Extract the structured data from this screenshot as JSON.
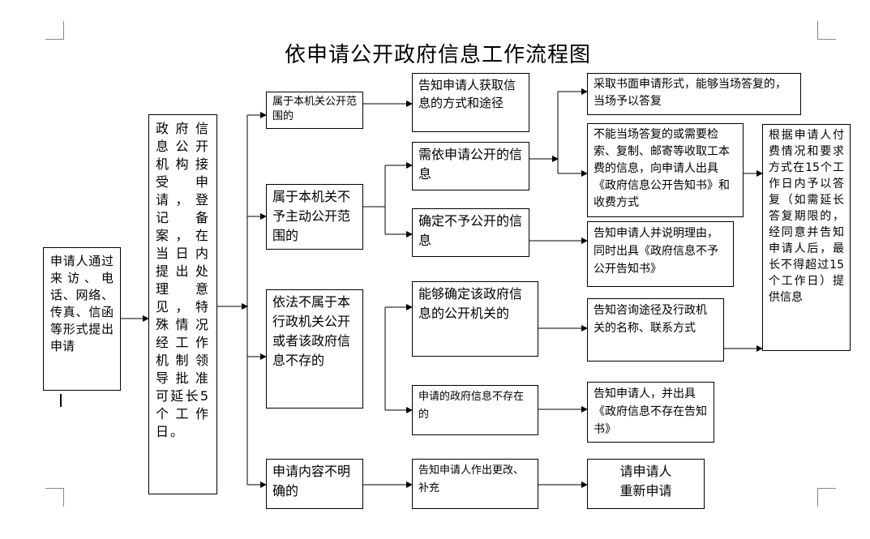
{
  "title": "依申请公开政府信息工作流程图",
  "boxes": {
    "applicant": "申请人通过来访、电话、网络、传真、信函等形式提出申请",
    "registration": "政府信息公开机构接受申请，登记备案，在当日内提出处理意见，特殊情况经工作机制领导批准可延长5个工作日。",
    "cat_public": "属于本机关公开范围的",
    "cat_nonactive": "属于本机关不予主动公开范围的",
    "cat_notours": "依法不属于本行政机关公开或者该政府信息不存的",
    "cat_unclear": "申请内容不明确的",
    "inform_method": "告知申请人获取信息的方式和途径",
    "need_apply": "需依申请公开的信息",
    "deny_public": "确定不予公开的信息",
    "can_confirm_org": "能够确定该政府信息的公开机关的",
    "not_exist": "申请的政府信息不存在的",
    "inform_modify": "告知申请人作出更改、补充",
    "written_reply": "采取书面申请形式，能够当场答复的，当场予以答复",
    "cannot_reply": "不能当场答复的或需要检索、复制、邮寄等收取工本费的信息，向申请人出具《政府信息公开告知书》和收费方式",
    "inform_reason": "告知申请人并说明理由，同时出具《政府信息不予公开告知书》",
    "inform_contact": "告知咨询途径及行政机关的名称、联系方式",
    "inform_notexist": "告知申请人，并出具《政府信息不存在告知书》",
    "reapply": "请申请人\n重新申请",
    "final_provide": "根据申请人付费情况和要求方式在15个工作日内予以答复（如需延长答复期限的，经同意并告知申请人后，最长不得超过15个工作日）提供信息"
  }
}
